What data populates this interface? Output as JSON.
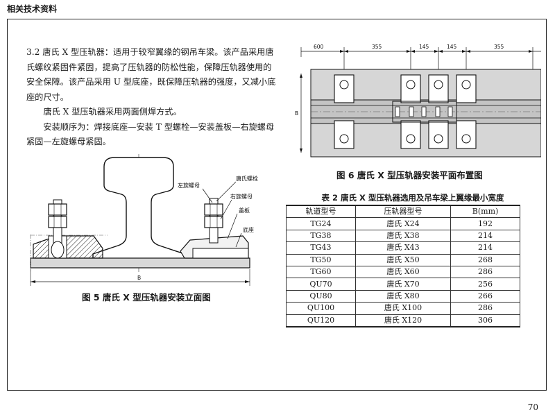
{
  "header": "相关技术资料",
  "page_number": "70",
  "text": {
    "para1": "3.2 唐氏 X 型压轨器：适用于较窄翼缘的钢吊车梁。该产品采用唐氏螺纹紧固件紧固，提高了压轨器的防松性能，保障压轨器使用的安全保障。该产品采用 U 型底座，既保障压轨器的强度，又减小底座的尺寸。",
    "para2": "唐氏 X 型压轨器采用两面侧焊方式。",
    "para3": "安装顺序为：焊接底座—安装 T 型螺栓—安装盖板—右旋螺母紧固—左旋螺母紧固。"
  },
  "fig5": {
    "caption": "图 5  唐氏 X 型压轨器安装立面图",
    "labels": {
      "left_nut": "左旋螺母",
      "bolt": "唐氏螺栓",
      "right_nut": "右旋螺母",
      "cover": "盖板",
      "base": "底座",
      "dim_b": "B"
    }
  },
  "fig6": {
    "caption": "图 6   唐氏 X 型压轨器安装平面布置图",
    "dims": [
      "600",
      "355",
      "145",
      "145",
      "355"
    ],
    "dim_b": "B"
  },
  "table": {
    "caption": "表 2  唐氏 X 型压轨器选用及吊车梁上翼缘最小宽度",
    "headers": [
      "轨道型号",
      "压轨器型号",
      "B(mm)"
    ],
    "rows": [
      [
        "TG24",
        "唐氏 X24",
        "192"
      ],
      [
        "TG38",
        "唐氏 X38",
        "214"
      ],
      [
        "TG43",
        "唐氏 X43",
        "214"
      ],
      [
        "TG50",
        "唐氏 X50",
        "268"
      ],
      [
        "TG60",
        "唐氏 X60",
        "286"
      ],
      [
        "QU70",
        "唐氏 X70",
        "256"
      ],
      [
        "QU80",
        "唐氏 X80",
        "266"
      ],
      [
        "QU100",
        "唐氏 X100",
        "286"
      ],
      [
        "QU120",
        "唐氏 X120",
        "306"
      ]
    ]
  }
}
